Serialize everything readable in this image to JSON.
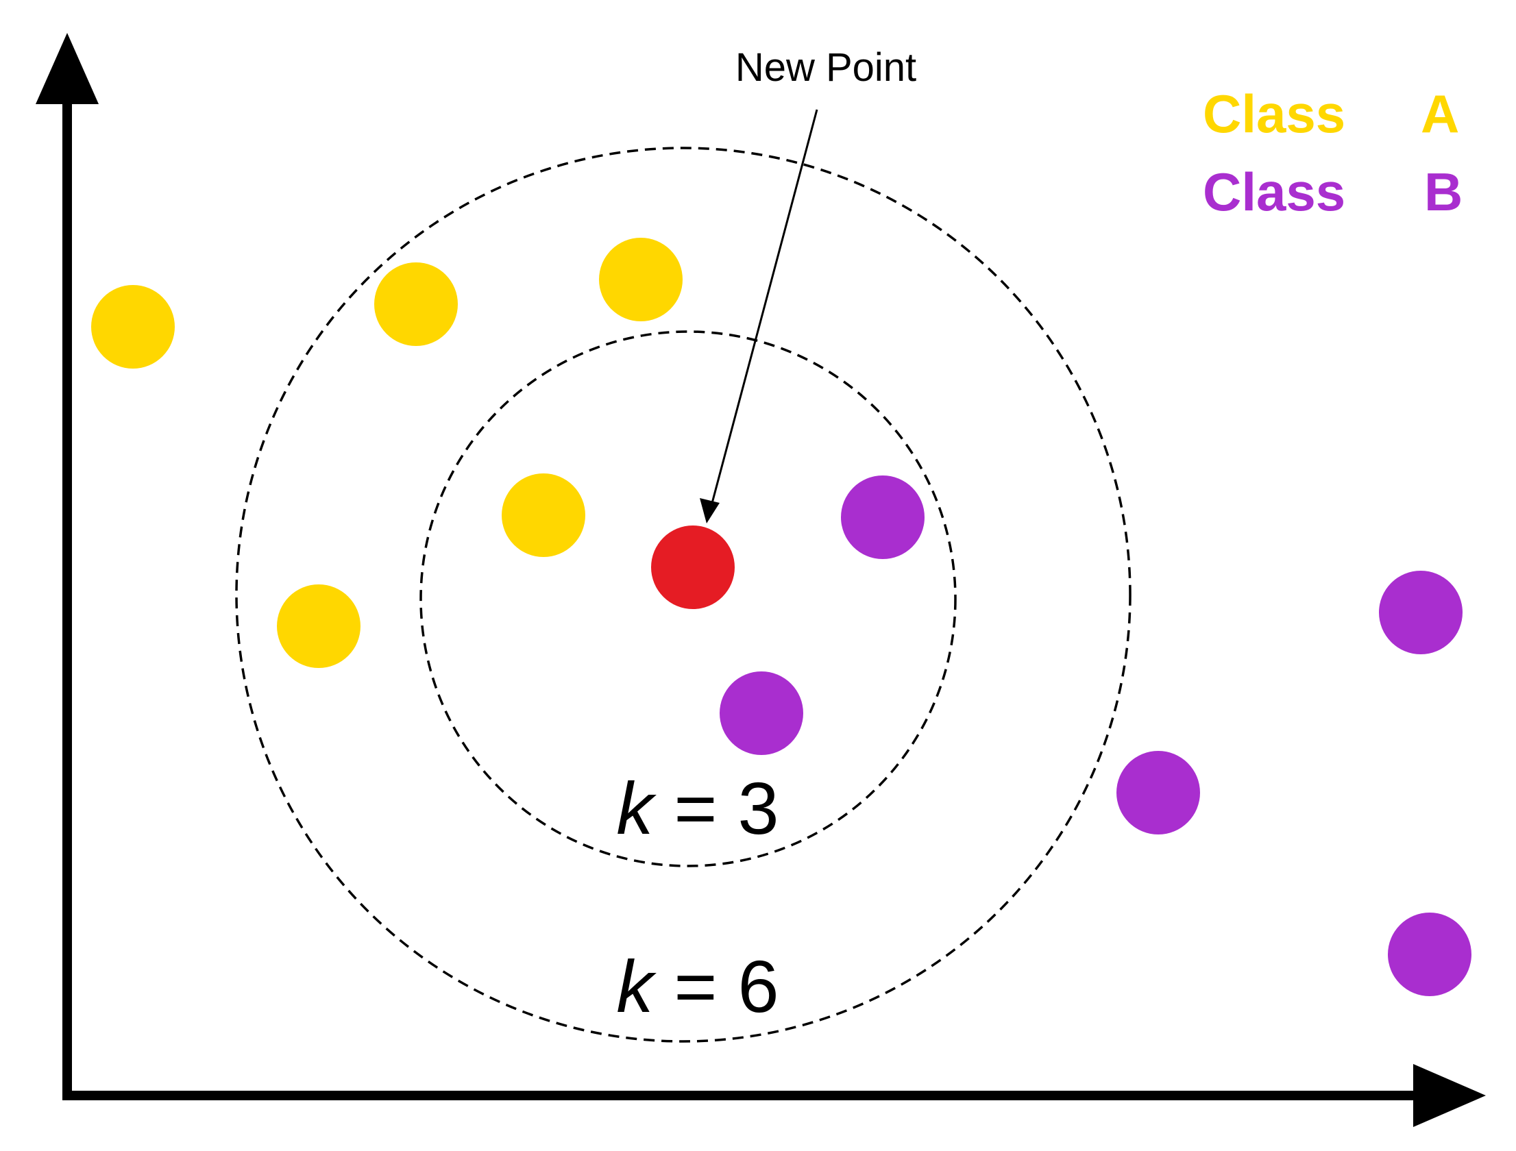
{
  "new_point_label": "New Point",
  "legend": [
    {
      "label": "Class",
      "letter": "A",
      "color": "#FFD700"
    },
    {
      "label": "Class",
      "letter": "B",
      "color": "#A92ECF"
    }
  ],
  "k_labels": [
    {
      "var": "k",
      "eq": " = 3"
    },
    {
      "var": "k",
      "eq": " = 6"
    }
  ],
  "colors": {
    "class_a": "#FFD700",
    "class_b": "#A92ECF",
    "new_point": "#E51C24",
    "axes": "#000000"
  },
  "points": [
    {
      "class": "A"
    },
    {
      "class": "A"
    },
    {
      "class": "A"
    },
    {
      "class": "A"
    },
    {
      "class": "A"
    },
    {
      "class": "B"
    },
    {
      "class": "B"
    },
    {
      "class": "B"
    },
    {
      "class": "B"
    },
    {
      "class": "B"
    },
    {
      "class": "new"
    }
  ]
}
